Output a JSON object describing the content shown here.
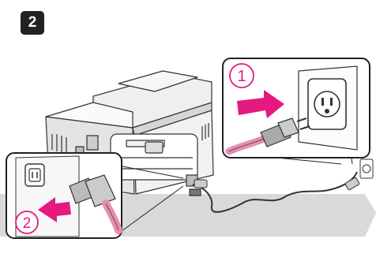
{
  "step": {
    "number": "2"
  },
  "callouts": {
    "upper_number": "1",
    "lower_number": "2"
  },
  "colors": {
    "arrow_magenta": "#e5197f",
    "banner_gray": "#d9d9d9",
    "callout_stroke": "#222222",
    "plug_pink": "#e98cb4"
  },
  "icons": {
    "printer": "printer-rear-illustration",
    "outlet": "wall-outlet-icon",
    "inlet": "ac-inlet-icon"
  }
}
